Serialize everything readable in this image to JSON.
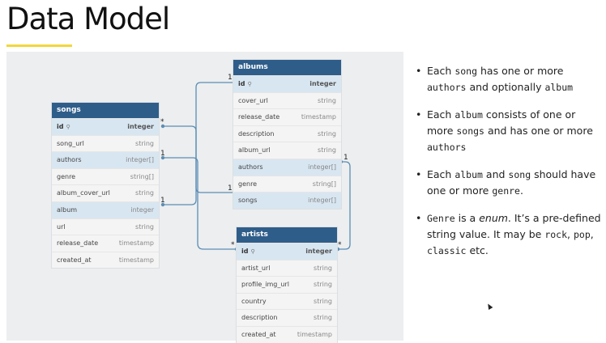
{
  "title": "Data Model",
  "colors": {
    "accent": "#f2d73a",
    "header": "#2f5d8a",
    "highlight": "#d8e6f1",
    "wire": "#5b8db5"
  },
  "tables": {
    "songs": {
      "name": "songs",
      "rows": [
        {
          "name": "id",
          "type": "integer",
          "pk": true
        },
        {
          "name": "song_url",
          "type": "string"
        },
        {
          "name": "authors",
          "type": "integer[]",
          "hl": true
        },
        {
          "name": "genre",
          "type": "string[]"
        },
        {
          "name": "album_cover_url",
          "type": "string"
        },
        {
          "name": "album",
          "type": "integer",
          "hl": true
        },
        {
          "name": "url",
          "type": "string"
        },
        {
          "name": "release_date",
          "type": "timestamp"
        },
        {
          "name": "created_at",
          "type": "timestamp"
        }
      ]
    },
    "albums": {
      "name": "albums",
      "rows": [
        {
          "name": "id",
          "type": "integer",
          "pk": true
        },
        {
          "name": "cover_url",
          "type": "string"
        },
        {
          "name": "release_date",
          "type": "timestamp"
        },
        {
          "name": "description",
          "type": "string"
        },
        {
          "name": "album_url",
          "type": "string"
        },
        {
          "name": "authors",
          "type": "integer[]",
          "hl": true
        },
        {
          "name": "genre",
          "type": "string[]"
        },
        {
          "name": "songs",
          "type": "integer[]",
          "hl": true
        }
      ]
    },
    "artists": {
      "name": "artists",
      "rows": [
        {
          "name": "id",
          "type": "integer",
          "pk": true
        },
        {
          "name": "artist_url",
          "type": "string"
        },
        {
          "name": "profile_img_url",
          "type": "string"
        },
        {
          "name": "country",
          "type": "string"
        },
        {
          "name": "description",
          "type": "string"
        },
        {
          "name": "created_at",
          "type": "timestamp"
        }
      ]
    }
  },
  "cardinality": {
    "many": "*",
    "one": "1"
  },
  "bullets": [
    [
      {
        "t": "Each "
      },
      {
        "t": "song",
        "m": true
      },
      {
        "t": " has one or more "
      },
      {
        "t": "authors",
        "m": true
      },
      {
        "t": " and optionally "
      },
      {
        "t": "album",
        "m": true
      }
    ],
    [
      {
        "t": "Each "
      },
      {
        "t": "album",
        "m": true
      },
      {
        "t": " consists of one or more "
      },
      {
        "t": "songs",
        "m": true
      },
      {
        "t": " and has one or more "
      },
      {
        "t": "authors",
        "m": true
      }
    ],
    [
      {
        "t": "Each "
      },
      {
        "t": "album",
        "m": true
      },
      {
        "t": " and "
      },
      {
        "t": "song",
        "m": true
      },
      {
        "t": " should have one or more "
      },
      {
        "t": "genre",
        "m": true
      },
      {
        "t": "."
      }
    ],
    [
      {
        "t": "Genre",
        "m": true
      },
      {
        "t": " is a "
      },
      {
        "t": "enum",
        "i": true
      },
      {
        "t": ". It’s a pre-defined string value. It may be "
      },
      {
        "t": "rock",
        "m": true
      },
      {
        "t": ", "
      },
      {
        "t": "pop",
        "m": true
      },
      {
        "t": ", "
      },
      {
        "t": "classic",
        "m": true
      },
      {
        "t": " etc."
      }
    ]
  ]
}
